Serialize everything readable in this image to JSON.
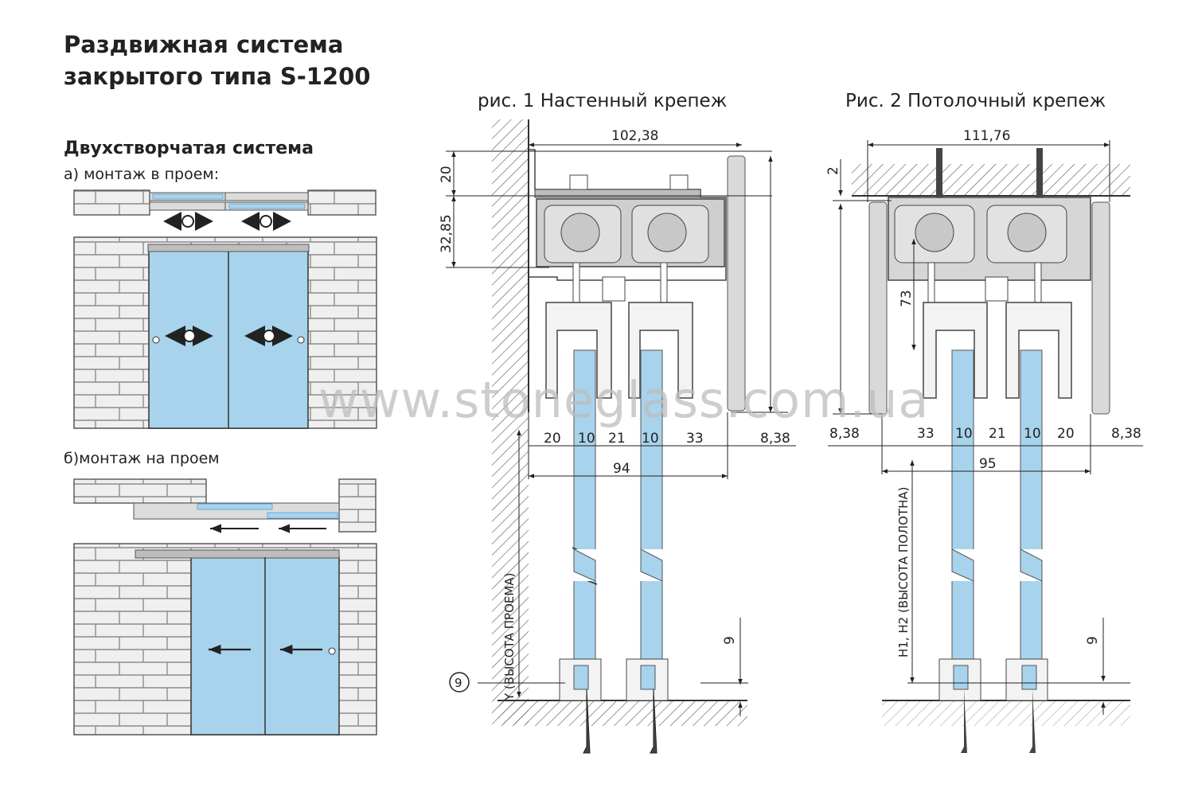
{
  "header": {
    "title_line1": "Раздвижная система",
    "title_line2": "закрытого типа S-1200"
  },
  "left_panel": {
    "subtitle": "Двухстворчатая система",
    "case_a_label": "а) монтаж в проем:",
    "case_b_label": "б)монтаж на проем"
  },
  "figures": {
    "fig1_title": "рис. 1 Настенный крепеж",
    "fig2_title": "Рис. 2 Потолочный крепеж"
  },
  "dimensions_fig1": {
    "total_width": "102,38",
    "top_height": "20",
    "rail_height": "32,85",
    "offsets": [
      "20",
      "10",
      "21",
      "10",
      "33"
    ],
    "right_offset": "8,38",
    "bottom_width": "94",
    "vertical_label": "Y (ВЫСОТА  ПРОЕМА)",
    "floor_gap": "9",
    "marker": "9"
  },
  "dimensions_fig2": {
    "total_width": "111,76",
    "top_height": "2",
    "inner_height": "73",
    "left_offset": "8,38",
    "offsets": [
      "33",
      "10",
      "21",
      "10",
      "20"
    ],
    "right_offset": "8,38",
    "bottom_width": "95",
    "vertical_label": "H1, H2 (ВЫСОТА  ПОЛОТНА)",
    "floor_gap": "9"
  },
  "watermark": "www.stoneglass.com.ua",
  "colors": {
    "glass": "#a8d3ec",
    "glass_edge": "#6fa9cf",
    "gray": "#d9d9d9",
    "brick": "#eeeeee"
  }
}
